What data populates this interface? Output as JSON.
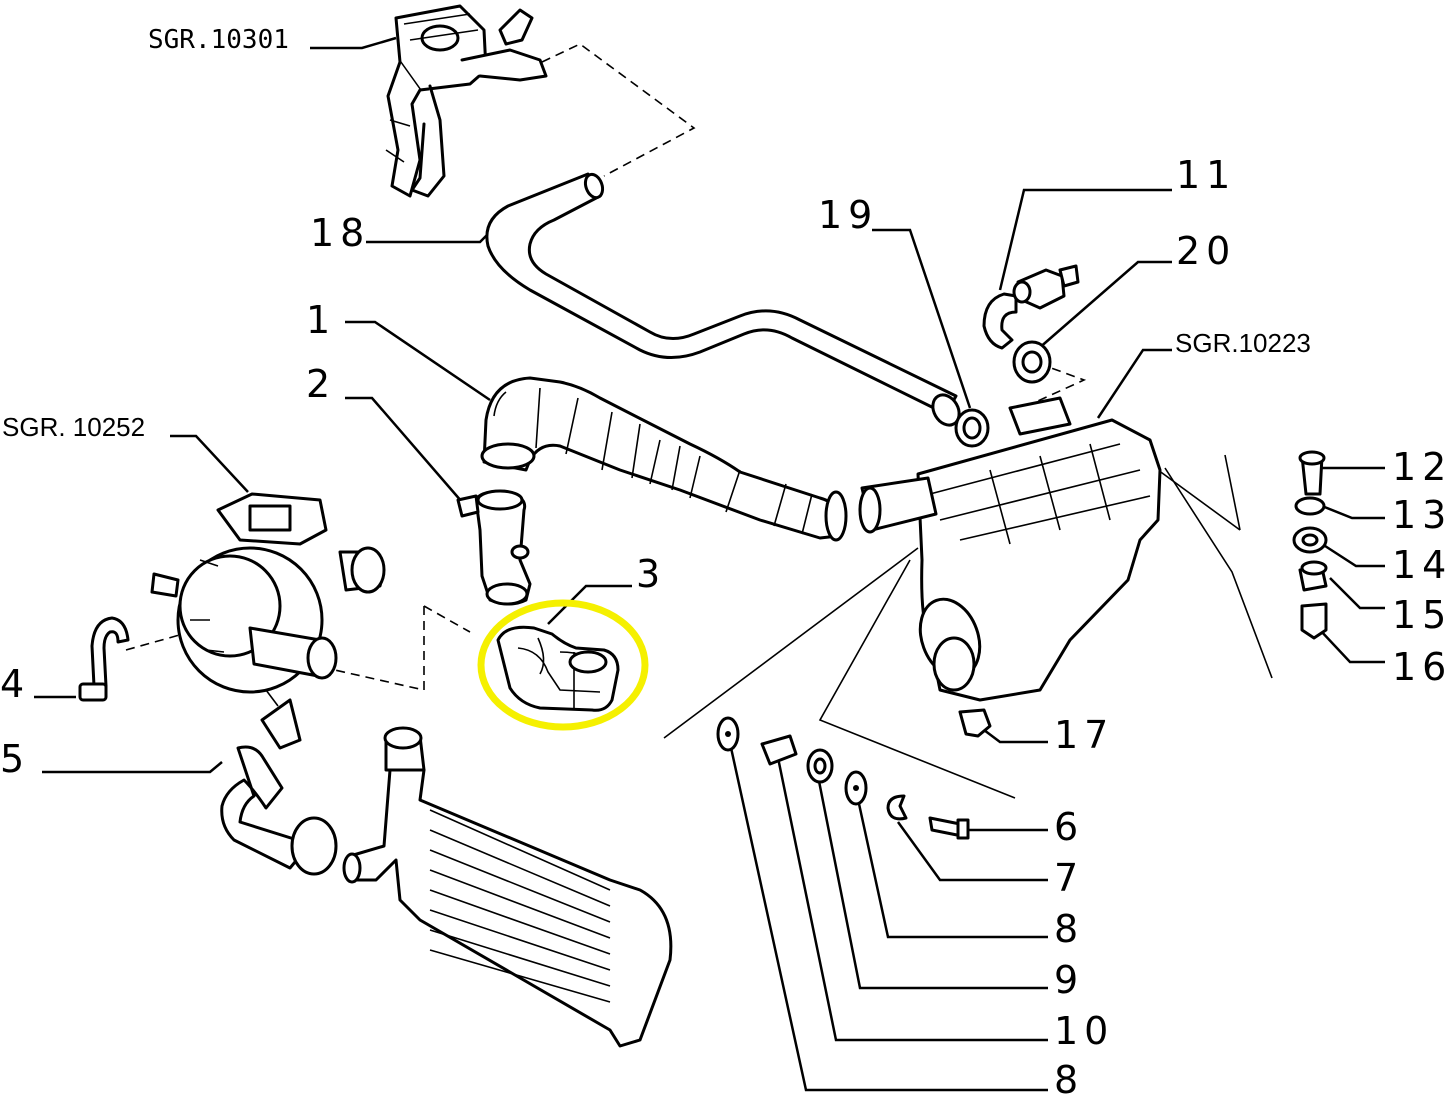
{
  "diagram": {
    "refs": {
      "sgr_10301": "SGR.10301",
      "sgr_10252": "SGR. 10252",
      "sgr_10223": "SGR.10223"
    },
    "labels": {
      "l1": "1",
      "l2": "2",
      "l3": "3",
      "l4": "4",
      "l5": "5",
      "l6": "6",
      "l7": "7",
      "l8a": "8",
      "l9": "9",
      "l10": "10",
      "l8b": "8",
      "l11": "11",
      "l12": "12",
      "l13": "13",
      "l14": "14",
      "l15": "15",
      "l16": "16",
      "l17": "17",
      "l18": "18",
      "l19": "19",
      "l20": "20"
    },
    "highlight": {
      "part": "3",
      "color": "#f5f000"
    }
  }
}
